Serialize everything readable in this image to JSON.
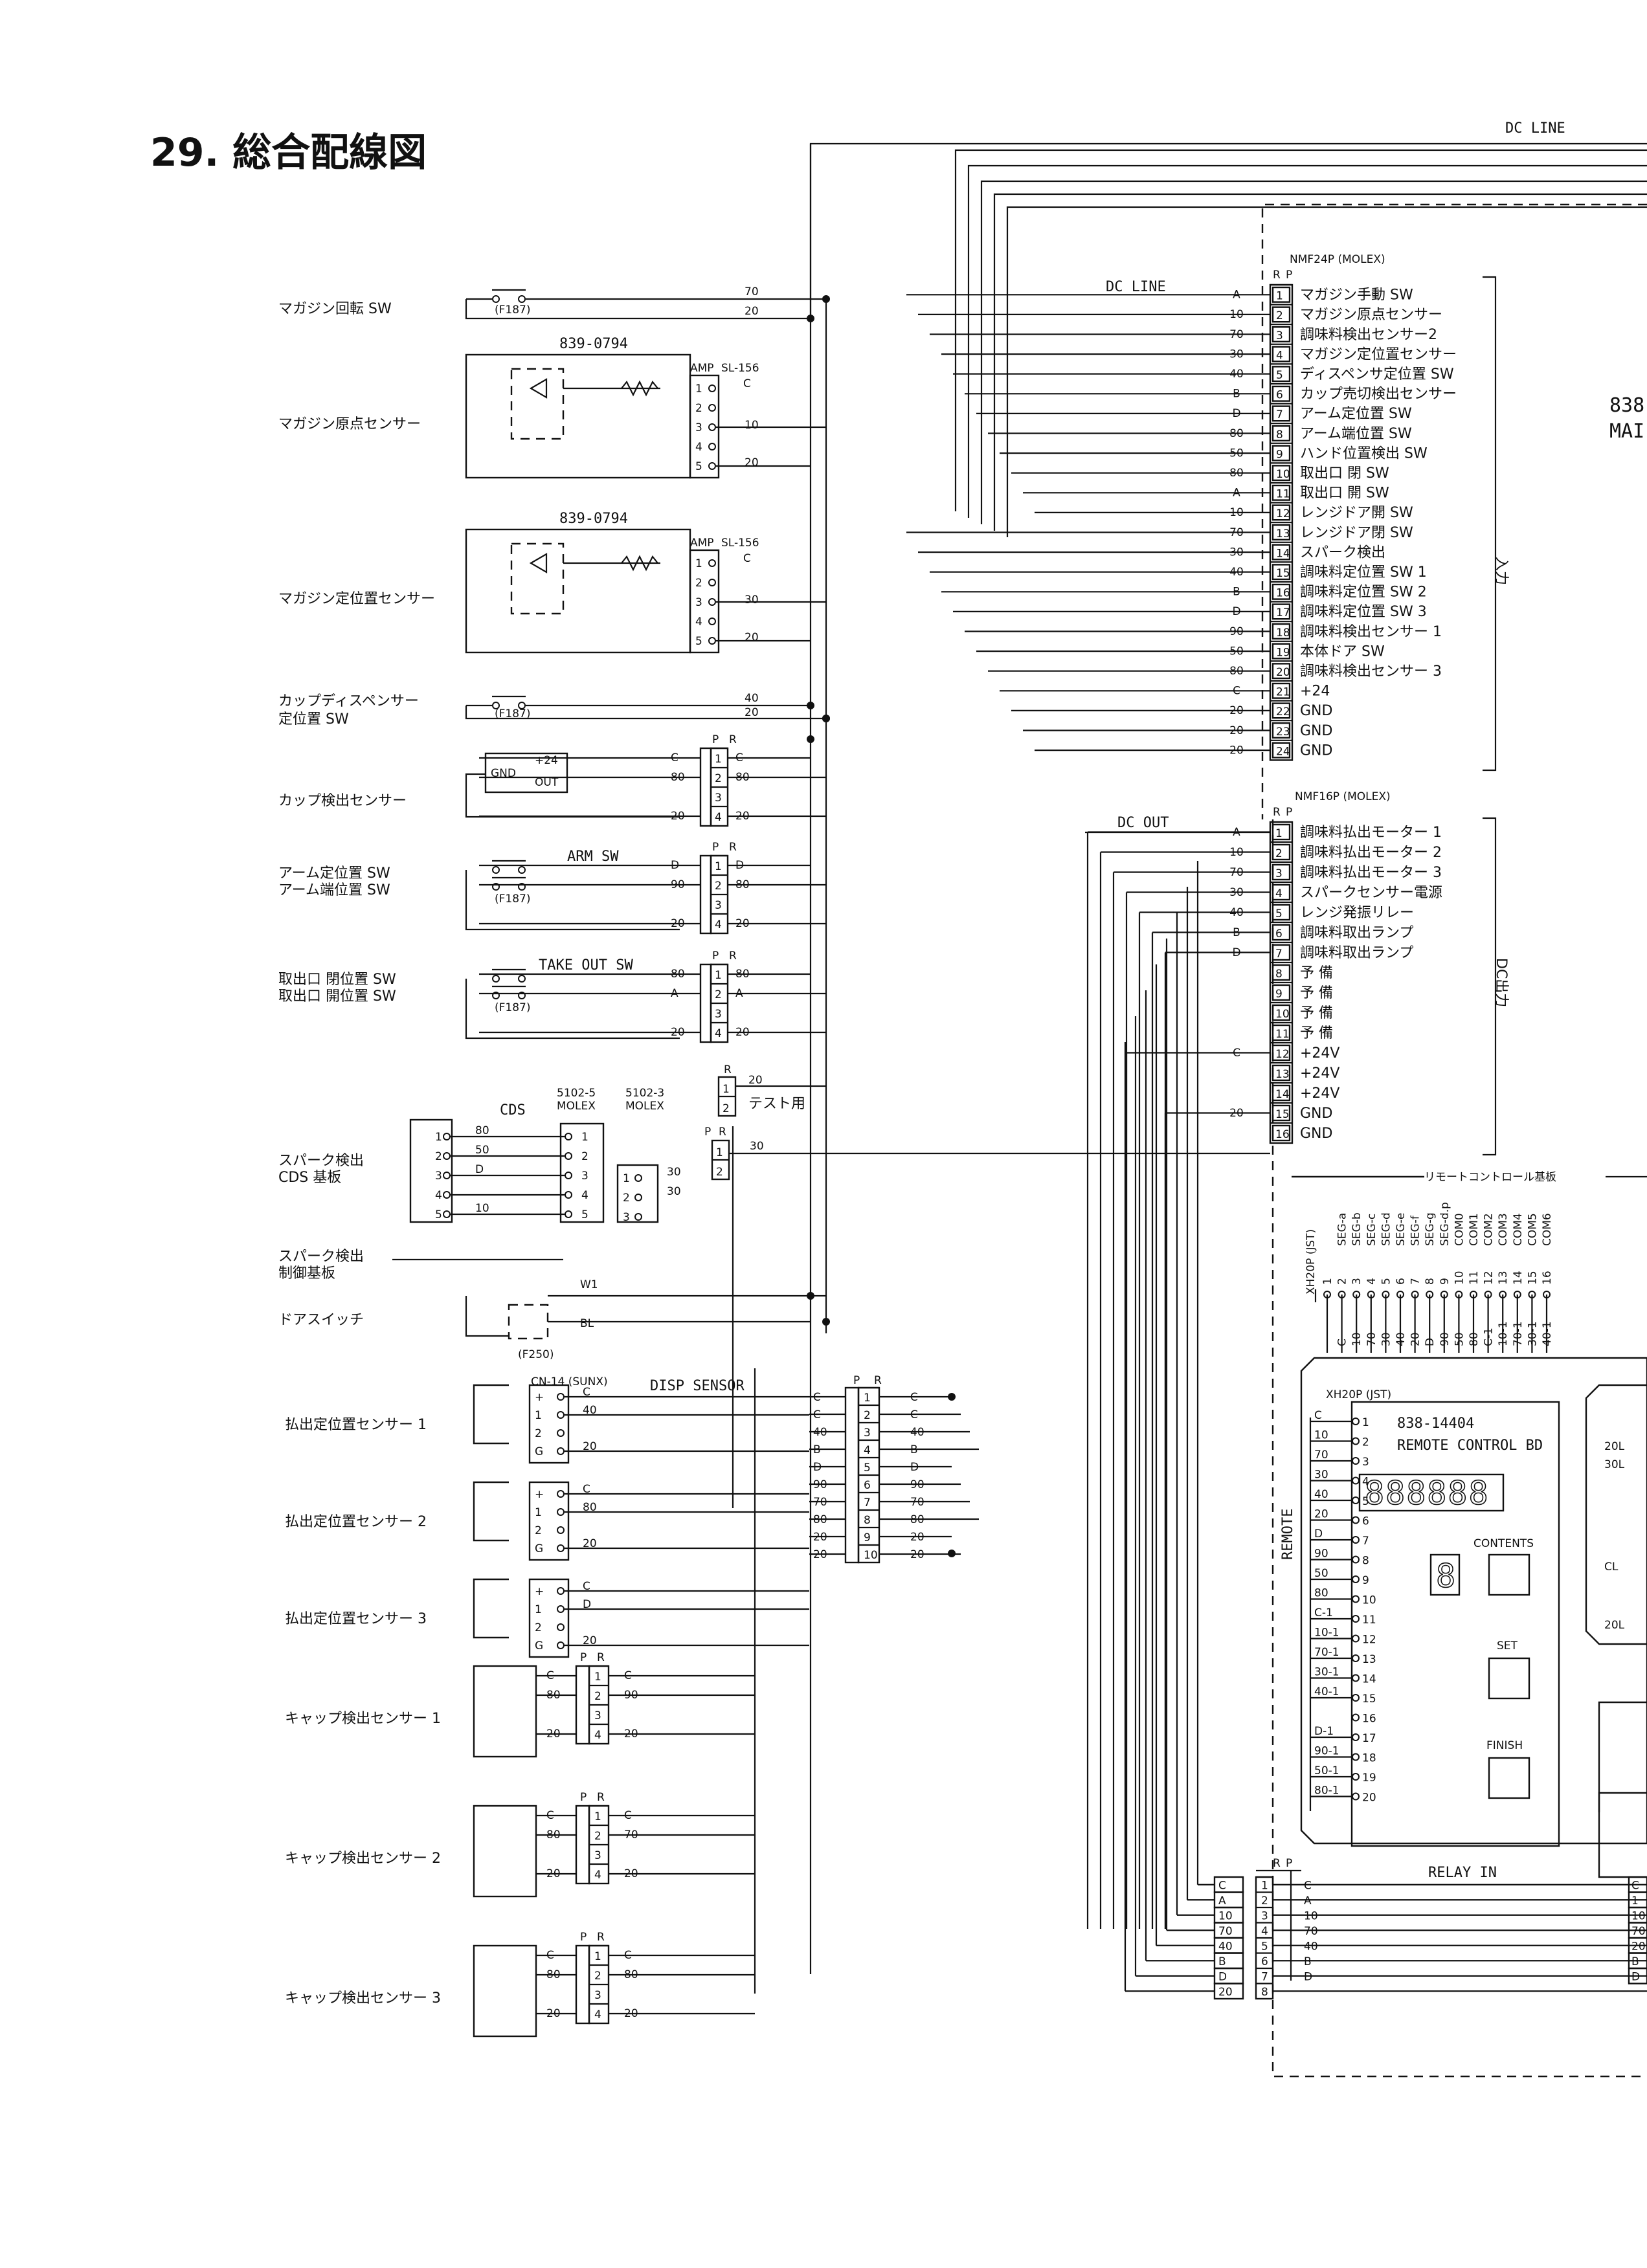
{
  "title": "29. 総合配線図",
  "dc_line_top": "DC LINE",
  "dc_line_bus": "DC LINE",
  "dc_out_bus": "DC OUT",
  "relay_in": "RELAY IN",
  "main_board_partial": [
    "838",
    "MAI"
  ],
  "connector_24": {
    "name": "NMF24P (MOLEX)",
    "rp": [
      "R",
      "P"
    ],
    "group_label": "入力",
    "pins": [
      {
        "n": "1",
        "w": "A",
        "f": "マガジン手動 SW"
      },
      {
        "n": "2",
        "w": "10",
        "f": "マガジン原点センサー"
      },
      {
        "n": "3",
        "w": "70",
        "f": "調味料検出センサー2"
      },
      {
        "n": "4",
        "w": "30",
        "f": "マガジン定位置センサー"
      },
      {
        "n": "5",
        "w": "40",
        "f": "ディスペンサ定位置 SW"
      },
      {
        "n": "6",
        "w": "B",
        "f": "カップ売切検出センサー"
      },
      {
        "n": "7",
        "w": "D",
        "f": "アーム定位置 SW"
      },
      {
        "n": "8",
        "w": "80",
        "f": "アーム端位置 SW"
      },
      {
        "n": "9",
        "w": "50",
        "f": "ハンド位置検出 SW"
      },
      {
        "n": "10",
        "w": "80",
        "f": "取出口 閉 SW"
      },
      {
        "n": "11",
        "w": "A",
        "f": "取出口 開 SW"
      },
      {
        "n": "12",
        "w": "10",
        "f": "レンジドア開 SW"
      },
      {
        "n": "13",
        "w": "70",
        "f": "レンジドア閉 SW"
      },
      {
        "n": "14",
        "w": "30",
        "f": "スパーク検出"
      },
      {
        "n": "15",
        "w": "40",
        "f": "調味料定位置 SW 1"
      },
      {
        "n": "16",
        "w": "B",
        "f": "調味料定位置 SW 2"
      },
      {
        "n": "17",
        "w": "D",
        "f": "調味料定位置 SW 3"
      },
      {
        "n": "18",
        "w": "90",
        "f": "調味料検出センサー 1"
      },
      {
        "n": "19",
        "w": "50",
        "f": "本体ドア SW"
      },
      {
        "n": "20",
        "w": "80",
        "f": "調味料検出センサー 3"
      },
      {
        "n": "21",
        "w": "C",
        "f": "+24"
      },
      {
        "n": "22",
        "w": "20",
        "f": "GND"
      },
      {
        "n": "23",
        "w": "20",
        "f": "GND"
      },
      {
        "n": "24",
        "w": "20",
        "f": "GND"
      }
    ]
  },
  "connector_16": {
    "name": "NMF16P (MOLEX)",
    "rp": [
      "R",
      "P"
    ],
    "group_label": "DC出力",
    "pins": [
      {
        "n": "1",
        "w": "A",
        "f": "調味料払出モーター 1"
      },
      {
        "n": "2",
        "w": "10",
        "f": "調味料払出モーター 2"
      },
      {
        "n": "3",
        "w": "70",
        "f": "調味料払出モーター 3"
      },
      {
        "n": "4",
        "w": "30",
        "f": "スパークセンサー電源"
      },
      {
        "n": "5",
        "w": "40",
        "f": "レンジ発振リレー"
      },
      {
        "n": "6",
        "w": "B",
        "f": "調味料取出ランプ"
      },
      {
        "n": "7",
        "w": "D",
        "f": "調味料取出ランプ"
      },
      {
        "n": "8",
        "w": "",
        "f": "予 備"
      },
      {
        "n": "9",
        "w": "",
        "f": "予 備"
      },
      {
        "n": "10",
        "w": "",
        "f": "予 備"
      },
      {
        "n": "11",
        "w": "",
        "f": "予 備"
      },
      {
        "n": "12",
        "w": "C",
        "f": "+24V"
      },
      {
        "n": "13",
        "w": "",
        "f": "+24V"
      },
      {
        "n": "14",
        "w": "",
        "f": "+24V"
      },
      {
        "n": "15",
        "w": "20",
        "f": "GND"
      },
      {
        "n": "16",
        "w": "",
        "f": "GND"
      }
    ]
  },
  "remote_header": {
    "label": "リモートコントロール基板",
    "connector": "XH20P (JST)",
    "signals": [
      "SEG-a",
      "SEG-b",
      "SEG-c",
      "SEG-d",
      "SEG-e",
      "SEG-f",
      "SEG-g",
      "SEG-d.p",
      "COM0",
      "COM1",
      "COM2",
      "COM3",
      "COM4",
      "COM5",
      "COM6"
    ],
    "pins": [
      "1",
      "2",
      "3",
      "4",
      "5",
      "6",
      "7",
      "8",
      "9",
      "10",
      "11",
      "12",
      "13",
      "14",
      "15",
      "16"
    ],
    "wires": [
      "C",
      "10",
      "70",
      "30",
      "40",
      "20",
      "D",
      "90",
      "50",
      "80",
      "C-1",
      "10-1",
      "70-1",
      "30-1",
      "40-1"
    ]
  },
  "remote_board": {
    "connector": "XH20P (JST)",
    "part": "838-14404",
    "name": "REMOTE CONTROL BD",
    "side_label": "REMOTE",
    "display": "888888",
    "single_digit": "8",
    "buttons": [
      "CONTENTS",
      "SET",
      "FINISH"
    ],
    "wires": [
      "C",
      "10",
      "70",
      "30",
      "40",
      "20",
      "D",
      "90",
      "50",
      "80",
      "C-1",
      "10-1",
      "70-1",
      "30-1",
      "40-1",
      "",
      "D-1",
      "90-1",
      "50-1",
      "80-1"
    ],
    "pins": [
      "1",
      "2",
      "3",
      "4",
      "5",
      "6",
      "7",
      "8",
      "9",
      "10",
      "11",
      "12",
      "13",
      "14",
      "15",
      "16",
      "17",
      "18",
      "19",
      "20"
    ]
  },
  "right_partial_labels": [
    "20L",
    "30L",
    "CL",
    "20L"
  ],
  "relay_connector": {
    "rp": [
      "R",
      "P"
    ],
    "pins": [
      "1",
      "2",
      "3",
      "4",
      "5",
      "6",
      "7",
      "8"
    ],
    "left_wires": [
      "C",
      "A",
      "10",
      "70",
      "40",
      "B",
      "D",
      "20"
    ],
    "right_wires": [
      "C",
      "A",
      "10",
      "70",
      "40",
      "B",
      "D",
      ""
    ],
    "far_right": [
      "C",
      "1",
      "10",
      "70",
      "20",
      "B",
      "D"
    ]
  },
  "components": {
    "magazine_rotate": {
      "label": "マガジン回転 SW",
      "fuse": "(F187)",
      "wires": [
        "70",
        "20"
      ]
    },
    "magazine_origin": {
      "label": "マガジン原点センサー",
      "part": "839-0794",
      "conn_left": "AMP",
      "conn_right": "SL-156",
      "pins": [
        "1",
        "2",
        "3",
        "4",
        "5"
      ],
      "wires": [
        "C",
        "10",
        "20"
      ]
    },
    "magazine_position": {
      "label": "マガジン定位置センサー",
      "part": "839-0794",
      "conn_left": "AMP",
      "conn_right": "SL-156",
      "pins": [
        "1",
        "2",
        "3",
        "4",
        "5"
      ],
      "wires": [
        "C",
        "30",
        "20"
      ]
    },
    "cup_dispenser": {
      "label": [
        "カップディスペンサー",
        "定位置 SW"
      ],
      "fuse": "(F187)",
      "wires": [
        "40",
        "20"
      ]
    },
    "cup_detect": {
      "label": "カップ検出センサー",
      "gnd": "GND",
      "plus24": "+24",
      "out": "OUT",
      "pr": [
        "P",
        "R"
      ],
      "pins": [
        "1",
        "2",
        "3",
        "4"
      ],
      "left_wires": [
        "C",
        "80",
        "",
        "20"
      ],
      "right_wires": [
        "C",
        "80",
        "",
        "20"
      ]
    },
    "arm": {
      "label": [
        "アーム定位置 SW",
        "アーム端位置 SW"
      ],
      "title": "ARM SW",
      "fuse": "(F187)",
      "pr": [
        "P",
        "R"
      ],
      "pins": [
        "1",
        "2",
        "3",
        "4"
      ],
      "left_wires": [
        "D",
        "90",
        "",
        "20"
      ],
      "right_wires": [
        "D",
        "80",
        "",
        "20"
      ]
    },
    "take_out": {
      "label": [
        "取出口 閉位置 SW",
        "取出口 開位置 SW"
      ],
      "title": "TAKE OUT SW",
      "fuse": "(F187)",
      "pr": [
        "P",
        "R"
      ],
      "pins": [
        "1",
        "2",
        "3",
        "4"
      ],
      "left_wires": [
        "80",
        "A",
        "",
        "20"
      ],
      "right_wires": [
        "80",
        "A",
        "",
        "20"
      ]
    },
    "test": {
      "r": "R",
      "pins": [
        "1",
        "2"
      ],
      "wires": [
        "20"
      ],
      "label": "テスト用"
    },
    "spark": {
      "label": [
        "スパーク検出",
        "CDS 基板"
      ],
      "cds": "CDS",
      "molex1": [
        "5102-5",
        "MOLEX"
      ],
      "molex2": [
        "5102-3",
        "MOLEX"
      ],
      "pins5": [
        "1",
        "2",
        "3",
        "4",
        "5"
      ],
      "wires5": [
        "80",
        "50",
        "D",
        "",
        "10"
      ],
      "pins3": [
        "1",
        "2",
        "3"
      ],
      "wires3": [
        "30",
        "30",
        ""
      ],
      "pr": [
        "P",
        "R"
      ],
      "pr_pins": [
        "1",
        "2"
      ],
      "pr_wire": "30"
    },
    "spark_ctrl": {
      "label": [
        "スパーク検出",
        "制御基板"
      ]
    },
    "door": {
      "label": "ドアスイッチ",
      "fuse": "(F250)",
      "wires": [
        "W1",
        "BL"
      ]
    },
    "disp_sensor": {
      "title": "DISP SENSOR",
      "conn": "CN-14 (SUNX)",
      "pr": [
        "P",
        "R"
      ],
      "pins": [
        "1",
        "2",
        "3",
        "4",
        "5",
        "6",
        "7",
        "8",
        "9",
        "10"
      ],
      "left_wires": [
        "C",
        "C",
        "40",
        "B",
        "D",
        "90",
        "70",
        "80",
        "20",
        "20"
      ],
      "right_wires": [
        "C",
        "C",
        "40",
        "B",
        "D",
        "90",
        "70",
        "80",
        "20",
        "20"
      ]
    },
    "disp_sensors": [
      {
        "label": "払出定位置センサー 1",
        "pins": [
          "+",
          "1",
          "2",
          "G"
        ],
        "wires": [
          "C",
          "40",
          "",
          "20"
        ]
      },
      {
        "label": "払出定位置センサー 2",
        "pins": [
          "+",
          "1",
          "2",
          "G"
        ],
        "wires": [
          "C",
          "80",
          "",
          "20"
        ]
      },
      {
        "label": "払出定位置センサー 3",
        "pins": [
          "+",
          "1",
          "2",
          "G"
        ],
        "wires": [
          "C",
          "D",
          "",
          "20"
        ]
      }
    ],
    "cap_sensors": [
      {
        "label": "キャップ検出センサー 1",
        "pr": [
          "P",
          "R"
        ],
        "pins": [
          "1",
          "2",
          "3",
          "4"
        ],
        "left_wires": [
          "C",
          "80",
          "",
          "20"
        ],
        "right_wires": [
          "C",
          "90",
          "",
          "20"
        ]
      },
      {
        "label": "キャップ検出センサー 2",
        "pr": [
          "P",
          "R"
        ],
        "pins": [
          "1",
          "2",
          "3",
          "4"
        ],
        "left_wires": [
          "C",
          "80",
          "",
          "20"
        ],
        "right_wires": [
          "C",
          "70",
          "",
          "20"
        ]
      },
      {
        "label": "キャップ検出センサー 3",
        "pr": [
          "P",
          "R"
        ],
        "pins": [
          "1",
          "2",
          "3",
          "4"
        ],
        "left_wires": [
          "C",
          "80",
          "",
          "20"
        ],
        "right_wires": [
          "C",
          "80",
          "",
          "20"
        ]
      }
    ]
  }
}
